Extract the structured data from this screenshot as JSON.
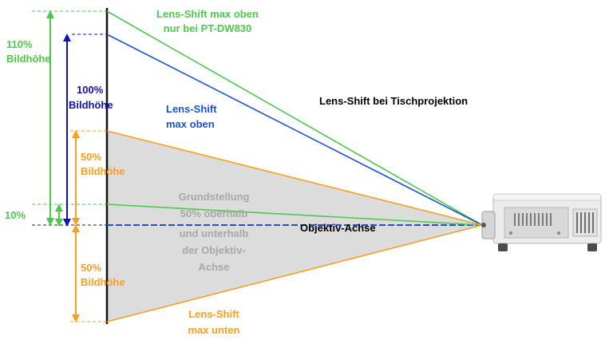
{
  "diagram": {
    "title": "Lens-Shift bei Tischprojektion",
    "labels": {
      "shift_110_value": "110%",
      "shift_110_unit": "Bildhöhe",
      "shift_100_value": "100%",
      "shift_100_unit": "Bildhöhe",
      "upper_50_value": "50%",
      "upper_50_unit": "Bildhöhe",
      "lower_50_value": "50%",
      "lower_50_unit": "Bildhöhe",
      "shift_10_value": "10%",
      "green_top_line1": "Lens-Shift max oben",
      "green_top_line2": "nur bei PT-DW830",
      "blue_top_line1": "Lens-Shift",
      "blue_top_line2": "max oben",
      "center_line1": "Grundstellung",
      "center_line2": "50% oberhalb",
      "center_line3": "und unterhalb",
      "center_line4": "der Objektiv-",
      "center_line5": "Achse",
      "axis_label": "Objektiv-Achse",
      "bottom_line1": "Lens-Shift",
      "bottom_line2": "max unten"
    },
    "colors": {
      "green": "#4cc94c",
      "blue": "#1a53d6",
      "orange": "#f5a020",
      "dark_blue": "#1010b8",
      "gray_fill": "#dcdcdc",
      "gray_text": "#a8a8a8"
    },
    "icons": {
      "projector": "projector-icon"
    }
  }
}
